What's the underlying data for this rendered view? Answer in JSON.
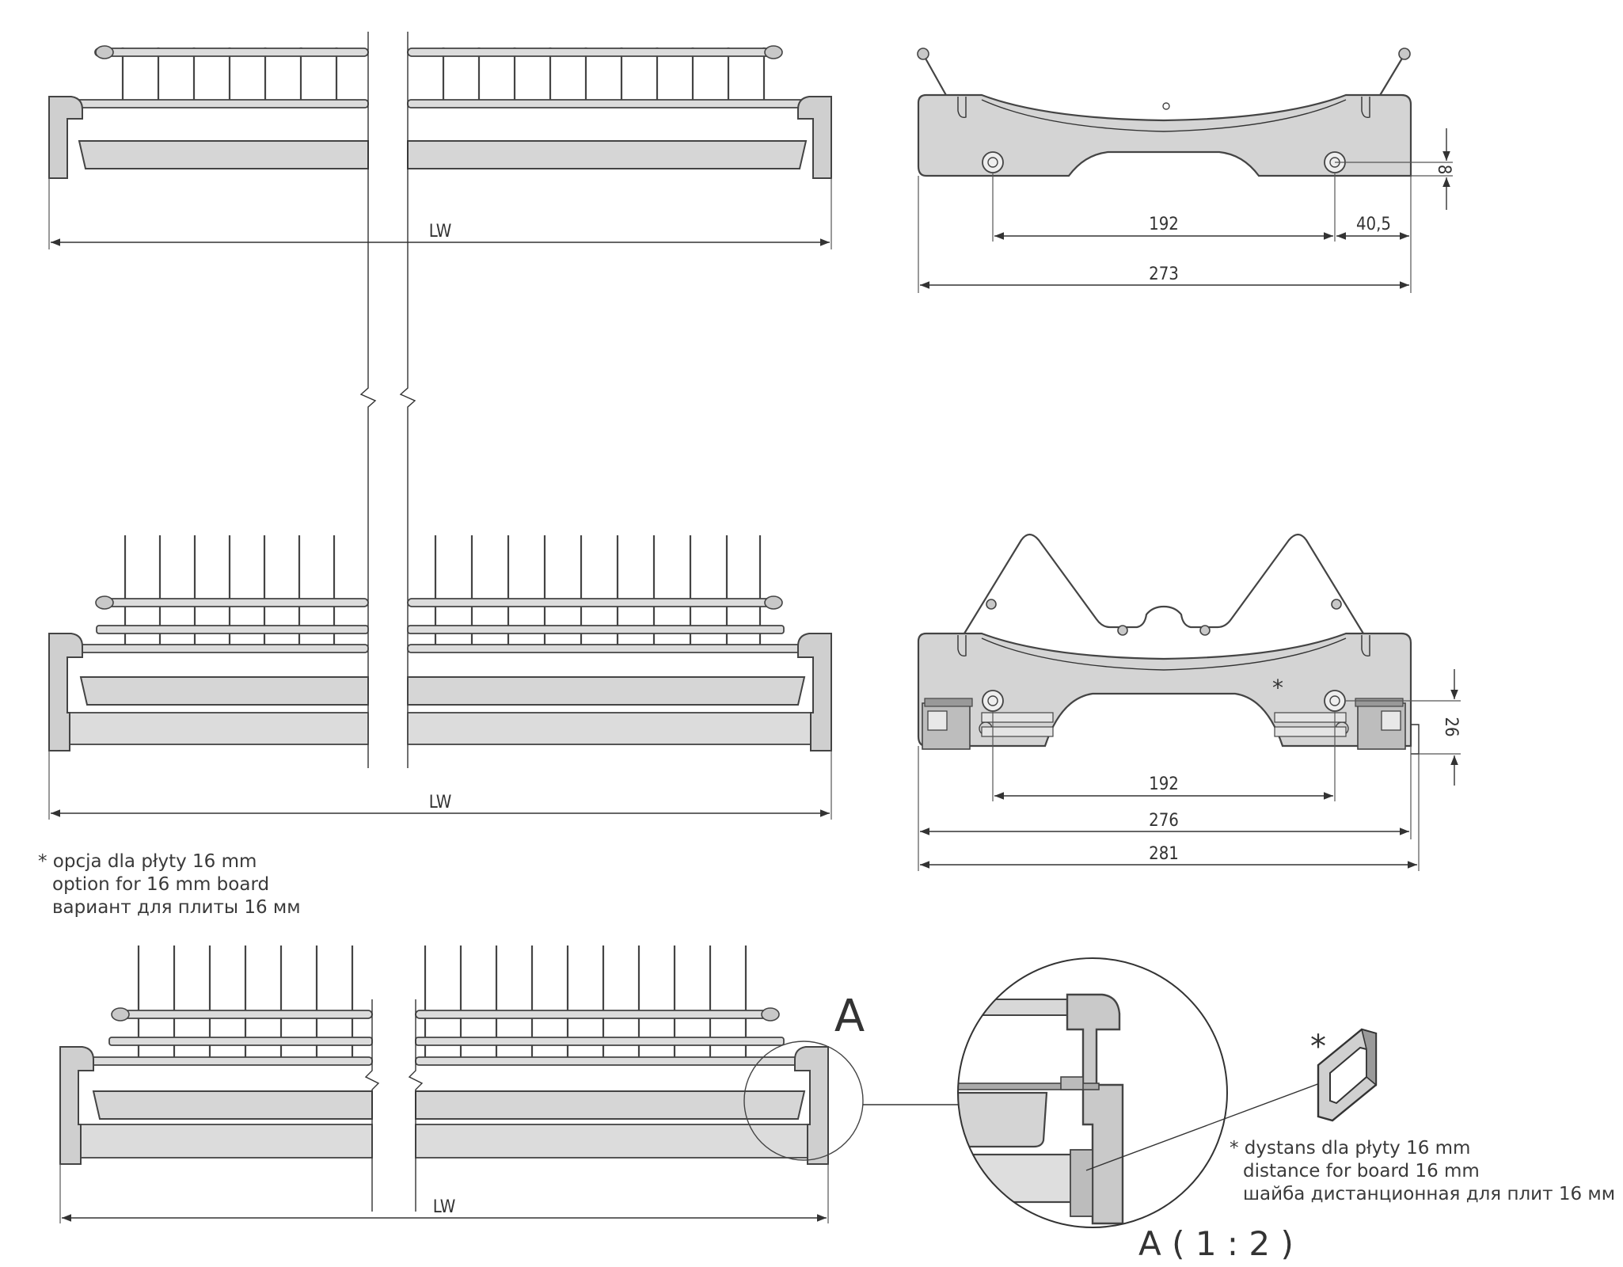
{
  "dimensions": {
    "top_view_width": "LW",
    "middle_view_width": "LW",
    "bottom_view_width": "LW",
    "bracket1_hole_spacing": "192",
    "bracket1_offset": "40,5",
    "bracket1_total": "273",
    "bracket1_height_offset": "8",
    "bracket2_hole_spacing": "192",
    "bracket2_inner": "276",
    "bracket2_total": "281",
    "bracket2_height": "26"
  },
  "markers": {
    "asterisk": "*",
    "detail_letter": "A",
    "detail_scale": "A ( 1 : 2 )"
  },
  "notes": {
    "board_option": [
      "* opcja dla płyty 16 mm",
      "option for 16 mm board",
      "вариант для плиты 16 мм"
    ],
    "spacer": [
      "* dystans dla płyty 16 mm",
      "distance for board 16 mm",
      "шайба дистанционная для плит 16 мм"
    ]
  }
}
